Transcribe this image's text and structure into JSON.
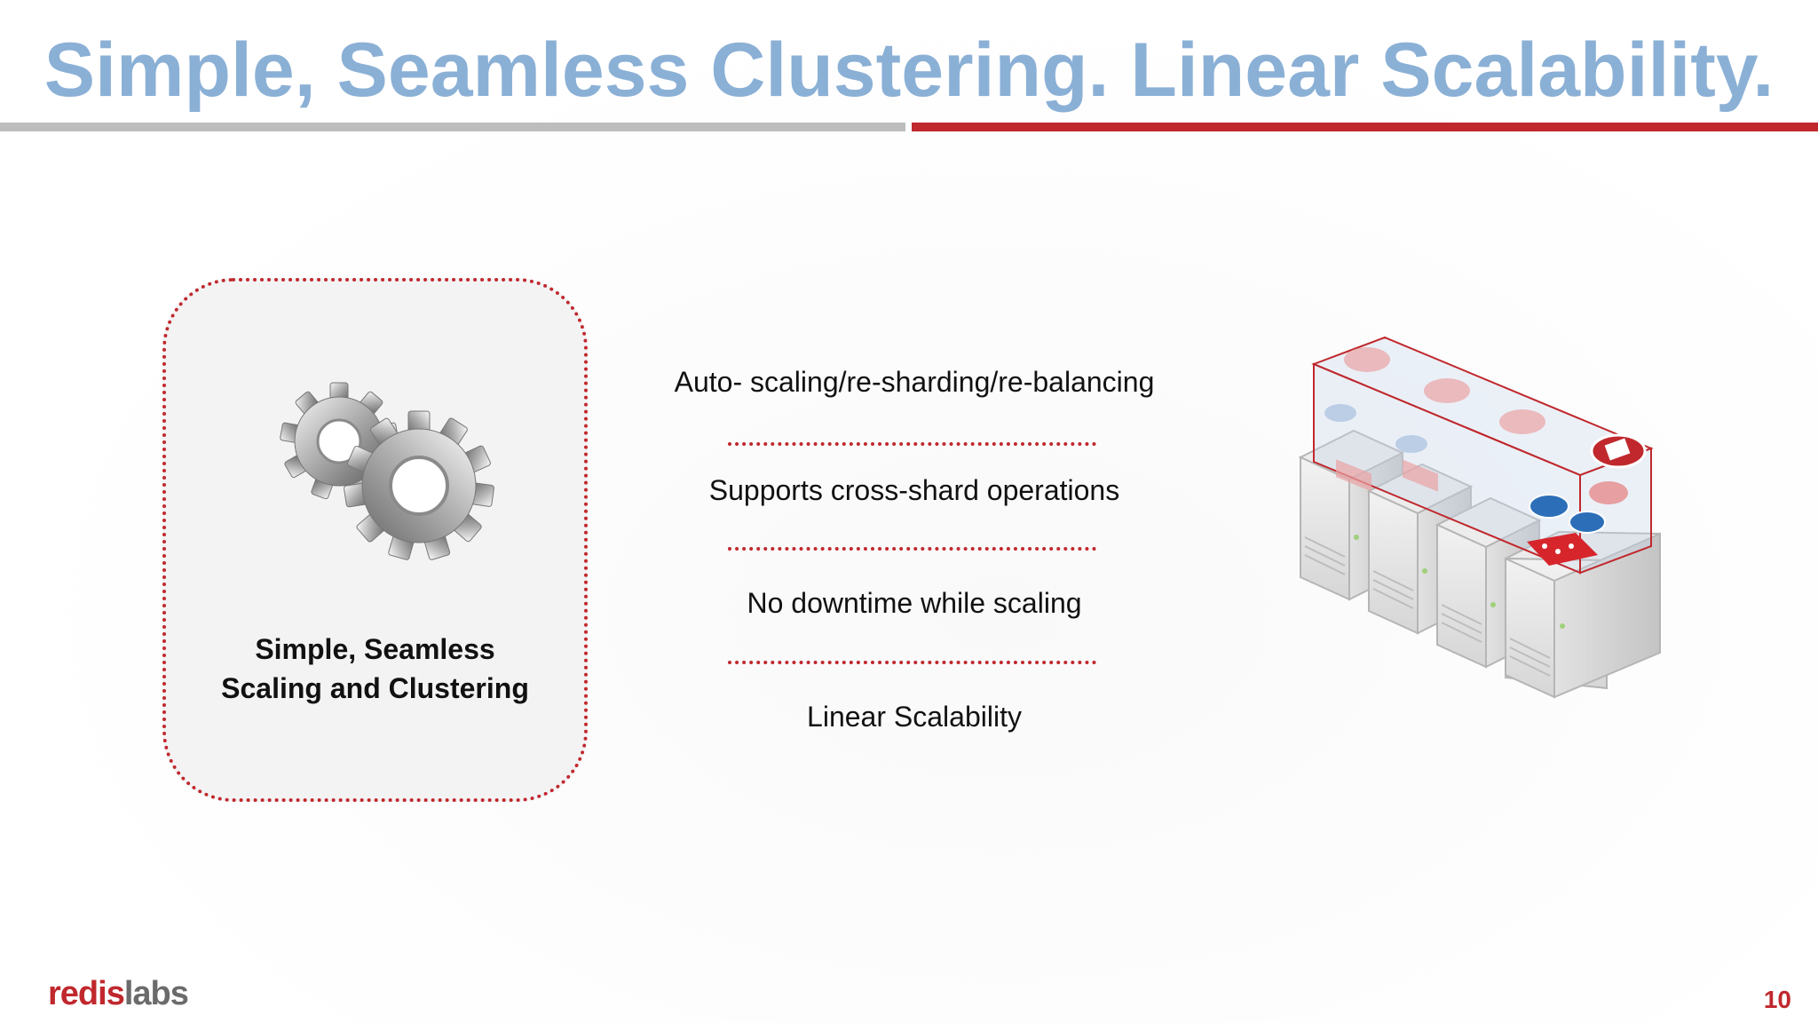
{
  "slide": {
    "title": "Simple, Seamless Clustering. Linear Scalability.",
    "card": {
      "caption_line1": "Simple, Seamless",
      "caption_line2": "Scaling and Clustering",
      "icon": "gears-icon"
    },
    "features": [
      "Auto- scaling/re-sharding/re-balancing",
      "Supports cross-shard operations",
      "No downtime while scaling",
      "Linear Scalability"
    ],
    "illustration": "server-cluster-icon",
    "logo": {
      "part1": "redis",
      "part2": "labs"
    },
    "page_number": "10",
    "colors": {
      "title": "#8bb0d6",
      "accent_red": "#c0282d",
      "rule_gray": "#bdbdbd"
    }
  }
}
